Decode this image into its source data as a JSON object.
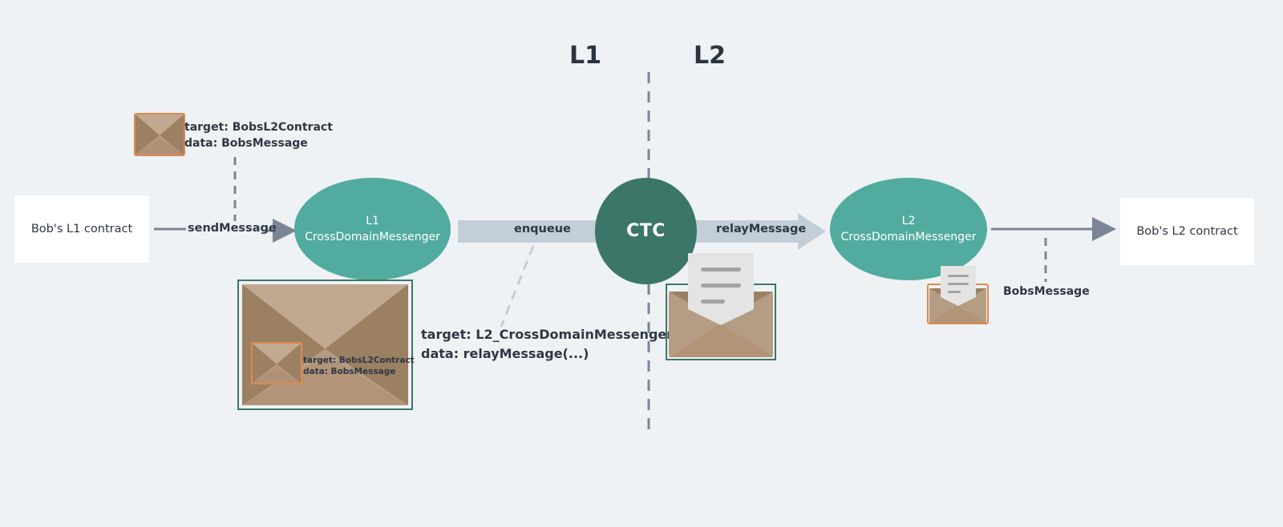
{
  "layers": {
    "left": "L1",
    "right": "L2"
  },
  "nodes": {
    "bob_l1": "Bob's L1 contract",
    "l1_messenger": {
      "line1": "L1",
      "line2": "CrossDomainMessenger"
    },
    "ctc": "CTC",
    "l2_messenger": {
      "line1": "L2",
      "line2": "CrossDomainMessenger"
    },
    "bob_l2": "Bob's L2 contract"
  },
  "edges": {
    "send_message": "sendMessage",
    "enqueue": "enqueue",
    "relay_message": "relayMessage"
  },
  "top_envelope": {
    "target": "target: BobsL2Contract",
    "data": "data: BobsMessage"
  },
  "outer_envelope": {
    "inner_target": "target: BobsL2Contract",
    "inner_data": "data: BobsMessage"
  },
  "enqueue_annotation": {
    "target": "target: L2_CrossDomainMessenger",
    "data": "data: relayMessage(...)"
  },
  "l2_output_label": "BobsMessage",
  "colors": {
    "background": "#eff2f5",
    "messenger": "#52ab9f",
    "ctc": "#3b7668",
    "band": "#c4ced8",
    "envelope": "#b59c84",
    "envelope_dark": "#9c8062",
    "orange_border": "#e0894d",
    "green_border": "#3b7668",
    "arrow": "#7a8695"
  }
}
